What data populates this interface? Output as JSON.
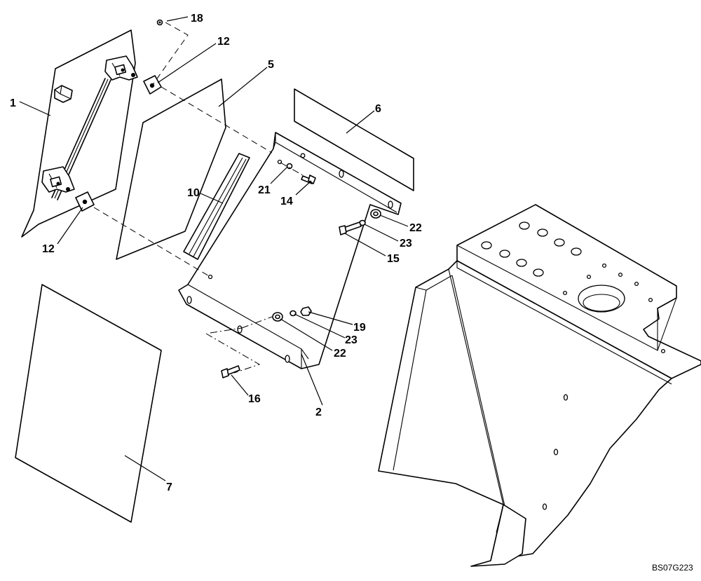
{
  "diagram": {
    "code": "BS07G223",
    "callouts": [
      {
        "id": "c1",
        "text": "1"
      },
      {
        "id": "c2",
        "text": "2"
      },
      {
        "id": "c5",
        "text": "5"
      },
      {
        "id": "c6",
        "text": "6"
      },
      {
        "id": "c7",
        "text": "7"
      },
      {
        "id": "c10",
        "text": "10"
      },
      {
        "id": "c12a",
        "text": "12"
      },
      {
        "id": "c12b",
        "text": "12"
      },
      {
        "id": "c14",
        "text": "14"
      },
      {
        "id": "c15",
        "text": "15"
      },
      {
        "id": "c16",
        "text": "16"
      },
      {
        "id": "c18",
        "text": "18"
      },
      {
        "id": "c19",
        "text": "19"
      },
      {
        "id": "c21",
        "text": "21"
      },
      {
        "id": "c22a",
        "text": "22"
      },
      {
        "id": "c22b",
        "text": "22"
      },
      {
        "id": "c23a",
        "text": "23"
      },
      {
        "id": "c23b",
        "text": "23"
      }
    ]
  }
}
